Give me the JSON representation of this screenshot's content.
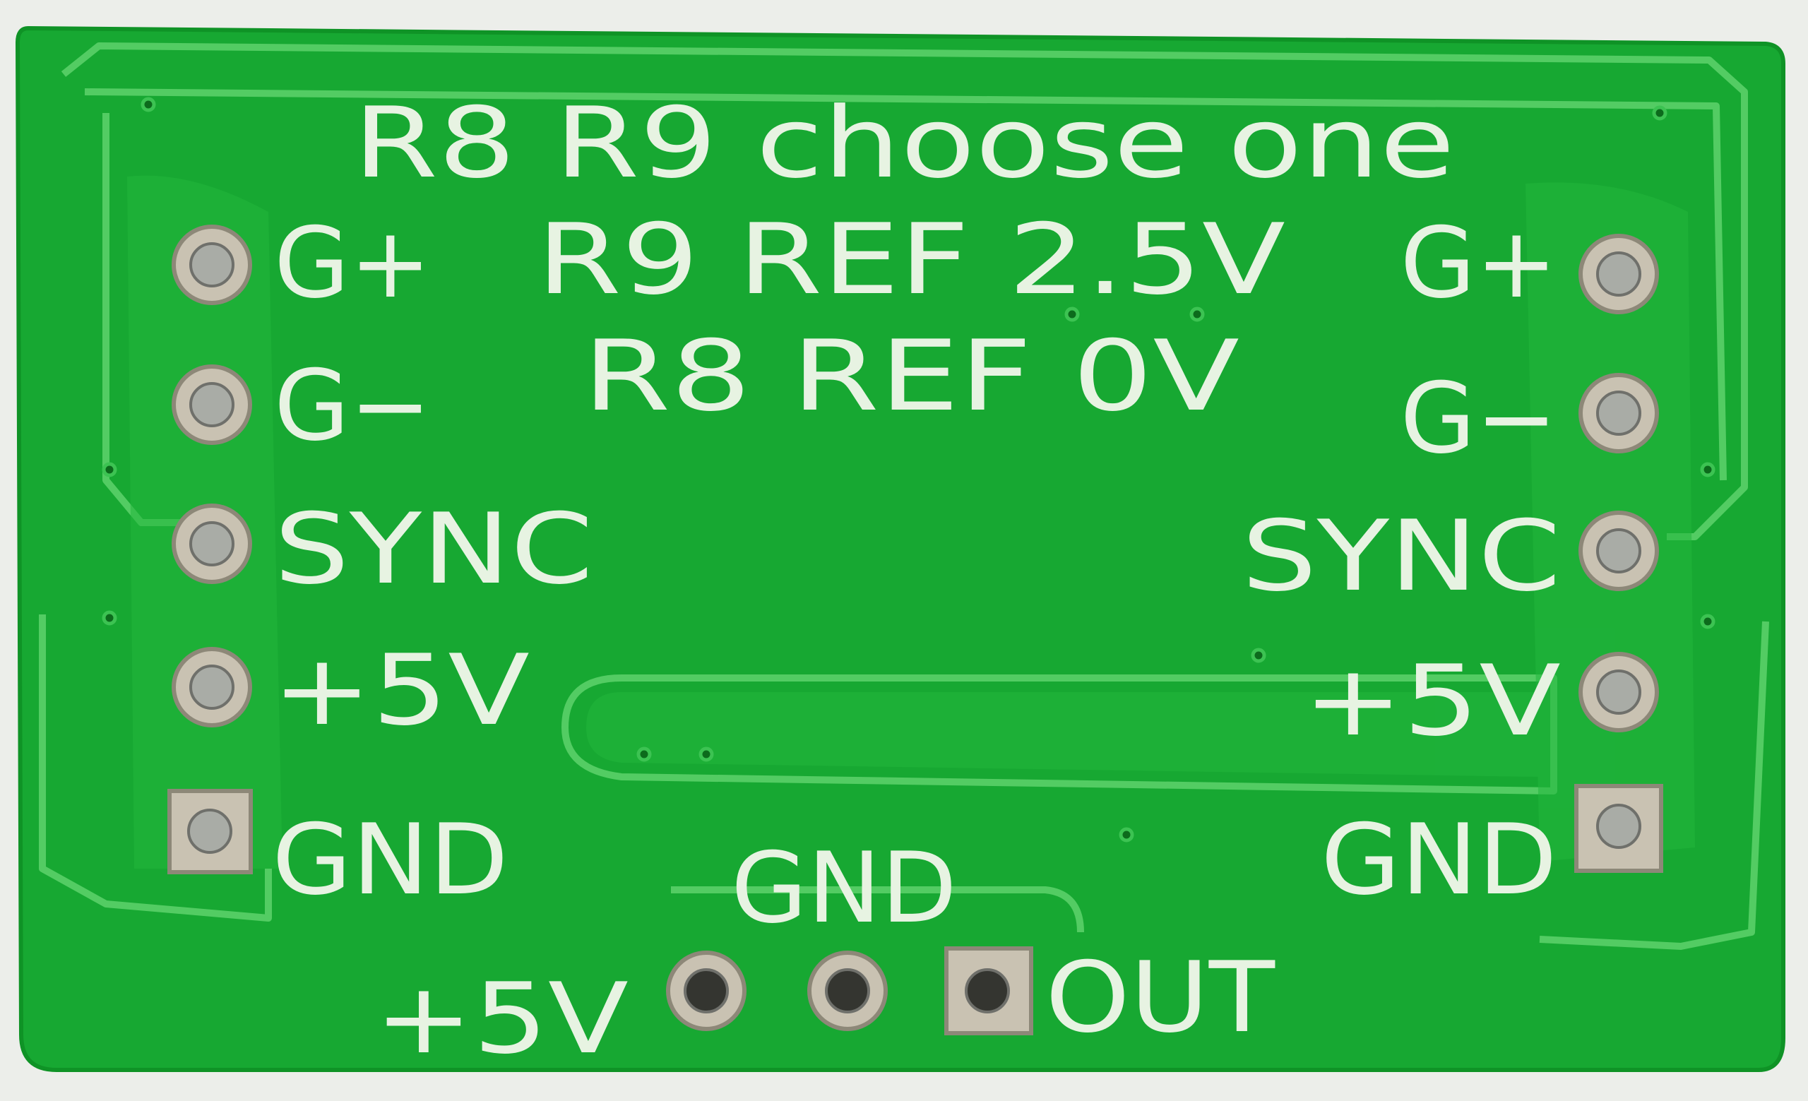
{
  "board": {
    "header": {
      "line1": "R8 R9 choose one",
      "line2": "R9 REF 2.5V",
      "line3": "R8 REF 0V"
    },
    "left_pins": [
      {
        "label": "G+",
        "pad": "round"
      },
      {
        "label": "G−",
        "pad": "round"
      },
      {
        "label": "SYNC",
        "pad": "round"
      },
      {
        "label": "+5V",
        "pad": "round"
      },
      {
        "label": "GND",
        "pad": "square"
      }
    ],
    "right_pins": [
      {
        "label": "G+",
        "pad": "round"
      },
      {
        "label": "G−",
        "pad": "round"
      },
      {
        "label": "SYNC",
        "pad": "round"
      },
      {
        "label": "+5V",
        "pad": "round"
      },
      {
        "label": "GND",
        "pad": "square"
      }
    ],
    "bottom_pins": [
      {
        "label": "+5V",
        "pad": "round"
      },
      {
        "label": "GND",
        "pad": "round"
      },
      {
        "label": "OUT",
        "pad": "square"
      }
    ]
  },
  "colors": {
    "background": "#eceeea",
    "board": "#17a832",
    "board_edge": "#0f9326",
    "copper_pour": "#23b73d",
    "trace_border": "#53cc63",
    "silkscreen": "#e7f3e2",
    "pad_metal": "#c9c2b2",
    "hole": "#a9aca6"
  }
}
